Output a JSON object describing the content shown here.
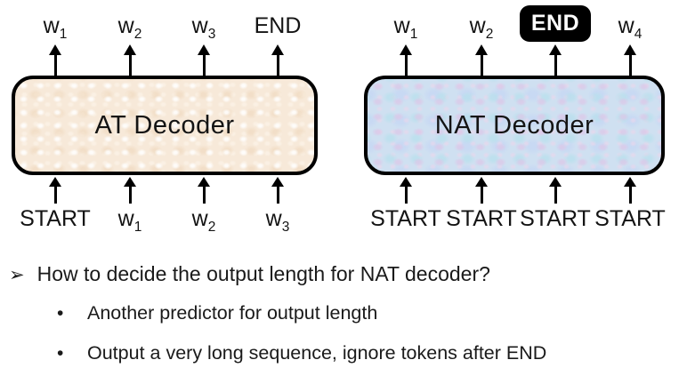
{
  "at": {
    "label": "AT Decoder",
    "outputs": [
      {
        "base": "w",
        "sub": "1"
      },
      {
        "base": "w",
        "sub": "2"
      },
      {
        "base": "w",
        "sub": "3"
      },
      {
        "base": "END",
        "sub": ""
      }
    ],
    "inputs": [
      {
        "base": "START",
        "sub": ""
      },
      {
        "base": "w",
        "sub": "1"
      },
      {
        "base": "w",
        "sub": "2"
      },
      {
        "base": "w",
        "sub": "3"
      }
    ]
  },
  "nat": {
    "label": "NAT Decoder",
    "outputs": [
      {
        "base": "w",
        "sub": "1"
      },
      {
        "base": "w",
        "sub": "2"
      },
      {
        "base": "END",
        "sub": ""
      },
      {
        "base": "w",
        "sub": "4"
      }
    ],
    "inputs": [
      {
        "base": "START",
        "sub": ""
      },
      {
        "base": "START",
        "sub": ""
      },
      {
        "base": "START",
        "sub": ""
      },
      {
        "base": "START",
        "sub": ""
      }
    ]
  },
  "notes": {
    "question_bullet": "➢",
    "question": "How to decide the output length for NAT decoder?",
    "bullet_char": "•",
    "bullets": [
      "Another predictor for output length",
      "Output a very long sequence, ignore tokens after END"
    ]
  },
  "colors": {
    "at_box_fill": "#f7e9d9",
    "nat_box_fill": "#cfe0f1",
    "box_border": "#000000",
    "end_badge_bg": "#000000",
    "end_badge_text": "#ffffff",
    "text": "#1a1a1a",
    "background": "#ffffff"
  }
}
